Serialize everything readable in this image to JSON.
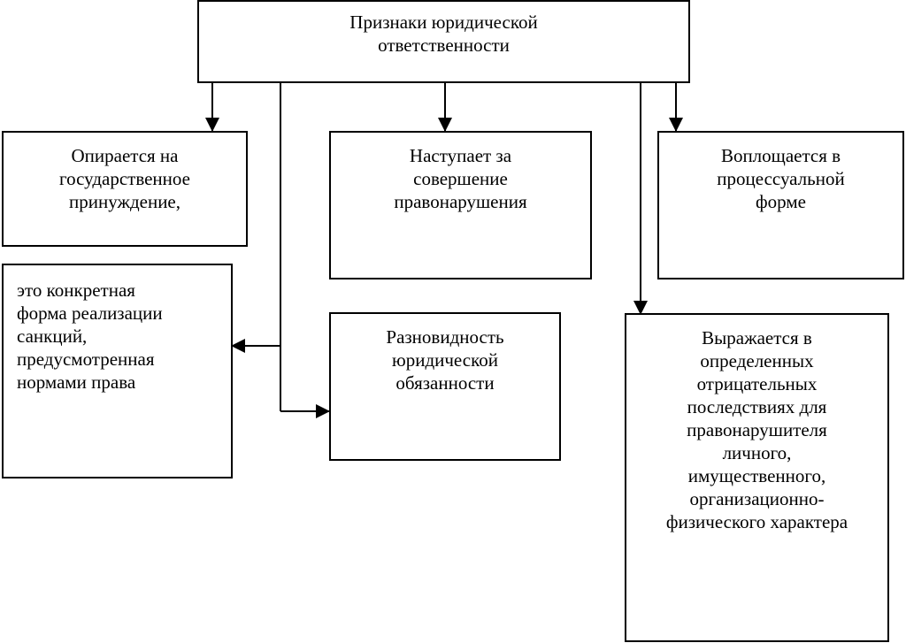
{
  "diagram": {
    "root": "Признаки юридической\nответственности",
    "box_state_coercion": "Опирается на\nгосударственное\nпринуждение,",
    "box_offense": "Наступает за\nсовершение\nправонарушения",
    "box_procedural": "Воплощается в\nпроцессуальной\nформе",
    "box_sanctions": "это конкретная\nформа реализации\nсанкций,\nпредусмотренная\nнормами права",
    "box_duty_type": "Разновидность\nюридической\nобязанности",
    "box_consequences": "Выражается в\nопределенных\nотрицательных\nпоследствиях для\nправонарушителя\nличного,\nимущественного,\nорганизационно-\nфизического характера"
  },
  "colors": {
    "line": "#000000",
    "background": "#ffffff"
  }
}
